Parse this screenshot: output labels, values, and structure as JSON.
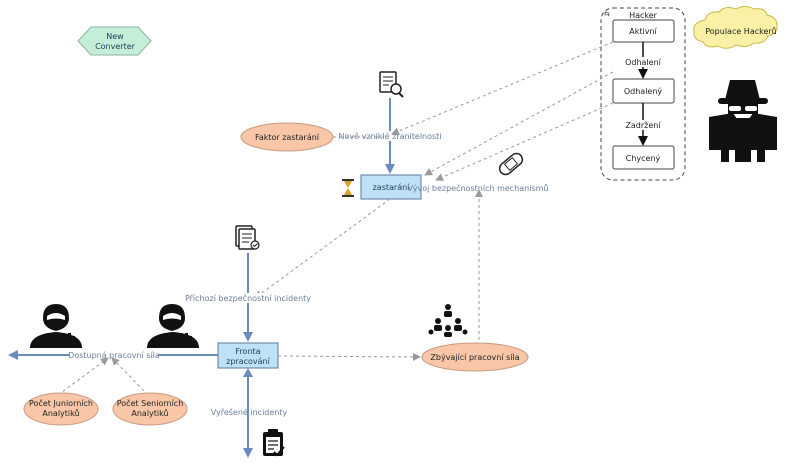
{
  "new_converter": "New Converter",
  "hacker_group": {
    "title": "Hacker",
    "states": [
      "Aktivní",
      "Odhalený",
      "Chycený"
    ],
    "transitions": [
      "Odhalení",
      "Zadržení"
    ]
  },
  "populace": "Populace Hackerů",
  "faktor": "Faktor zastarání",
  "nove_zranitelnosti": "Nově vzniklé zranitelnosti",
  "zastarani_box": "zastarání",
  "vyvoj": "Vývoj bezpečnostních mechanismů",
  "prichozi": "Příchozí bezpečnostní incidenty",
  "dostupna": "Dostupná pracovní síla",
  "fronta": [
    "Fronta",
    "zpracování"
  ],
  "zbyvajici": "Zbývající pracovní síla",
  "pocet_junior": [
    "Počet Juniorních",
    "Analytiků"
  ],
  "pocet_senior": [
    "Počet Seniorních",
    "Analytiků"
  ],
  "vyresene": "Vyřešené incidenty",
  "colors": {
    "flow": "#6a8bbf",
    "box_fill": "#bfe1f7",
    "ellipse_fill": "#f9c7a8",
    "cloud_fill": "#fbf1a6",
    "converter_fill": "#c4eed8"
  }
}
